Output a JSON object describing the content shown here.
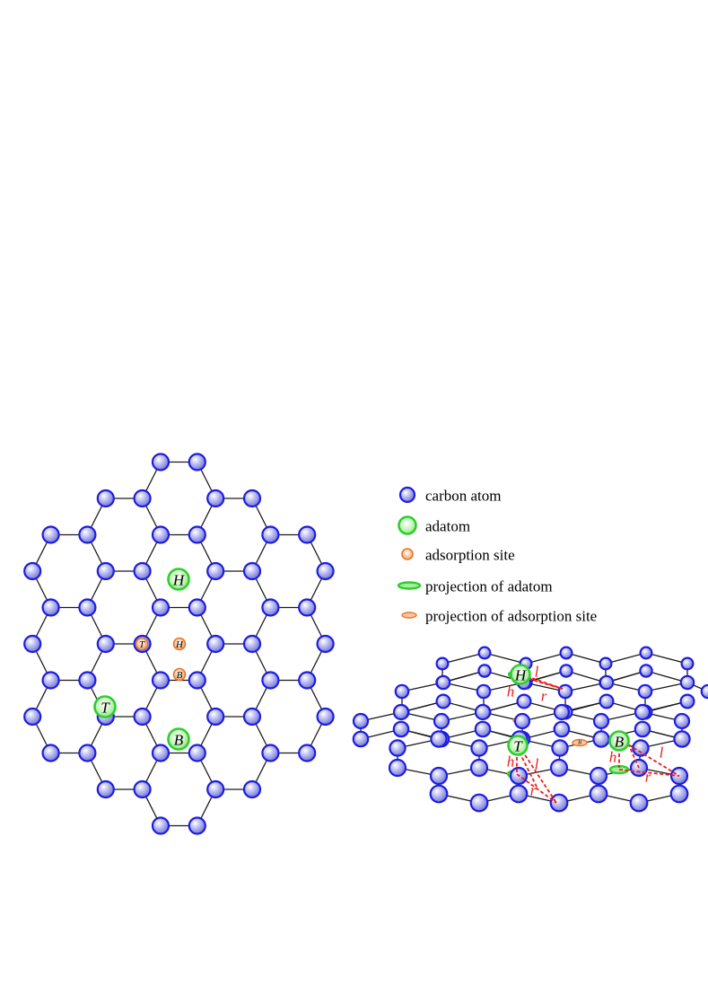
{
  "colors": {
    "carbon": "#1d1de0",
    "adatom": "#2ccf2c",
    "site": "#e8742a",
    "bond": "#1a1a1a",
    "measure": "#ee1c1c"
  },
  "icons": {
    "carbon": "carbon-atom-icon",
    "adatom": "adatom-icon",
    "site": "adsorption-site-icon",
    "projection_adatom": "adatom-projection-icon",
    "projection_site": "site-projection-icon"
  },
  "site_labels": {
    "hollow": "H",
    "top": "T",
    "bridge": "B"
  },
  "geometry_labels": {
    "height": "h",
    "bond_length": "l",
    "radius": "r"
  },
  "legend": [
    {
      "kind": "carbon",
      "label": "carbon atom"
    },
    {
      "kind": "adatom",
      "label": "adatom"
    },
    {
      "kind": "site",
      "label": "adsorption site"
    },
    {
      "kind": "proj-adatom",
      "label": "projection of adatom"
    },
    {
      "kind": "proj-site",
      "label": "projection of adsorption site"
    }
  ]
}
